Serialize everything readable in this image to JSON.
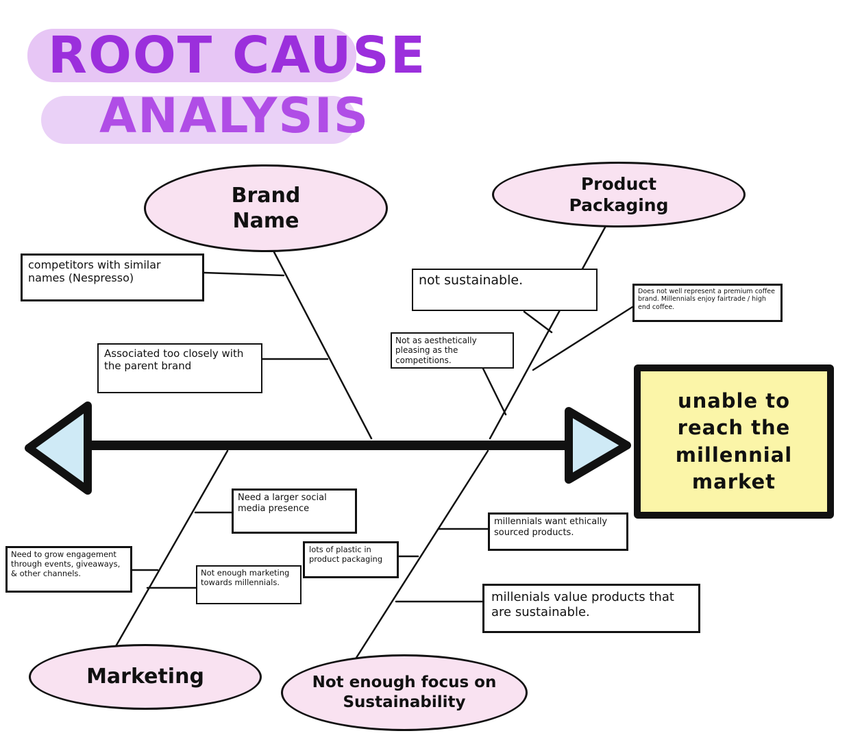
{
  "title": {
    "line1": "ROOT CAUSE",
    "line2": "ANALYSIS"
  },
  "effect": "unable to reach the millennial market",
  "categories": {
    "brand_name": "Brand Name",
    "product_packaging": "Product Packaging",
    "marketing": "Marketing",
    "sustainability": "Not enough focus on Sustainability"
  },
  "causes": {
    "competitors_similar_names": "competitors with similar names (Nespresso)",
    "associated_parent_brand": "Associated too closely with the parent brand",
    "not_sustainable": "not sustainable.",
    "not_aesthetically_pleasing": "Not as aesthetically pleasing as the competitions.",
    "premium_coffee_brand": "Does not well represent a premium coffee brand. Millennials enjoy fairtrade / high end coffee.",
    "social_media_presence": "Need a larger social media presence",
    "grow_engagement": "Need to grow engagement through events, giveaways, & other channels.",
    "marketing_towards_millennials": "Not enough marketing towards millennials.",
    "plastic_packaging": "lots of plastic in product packaging",
    "ethically_sourced": "millennials want ethically sourced products.",
    "value_sustainable": "millenials value products that are sustainable."
  },
  "colors": {
    "title_text": "#9b2fdc",
    "title_highlight": "#e7c6f5",
    "category_fill": "#f9e2f1",
    "effect_fill": "#fbf5a8",
    "arrowhead_fill": "#cfeaf6",
    "line": "#111111"
  }
}
